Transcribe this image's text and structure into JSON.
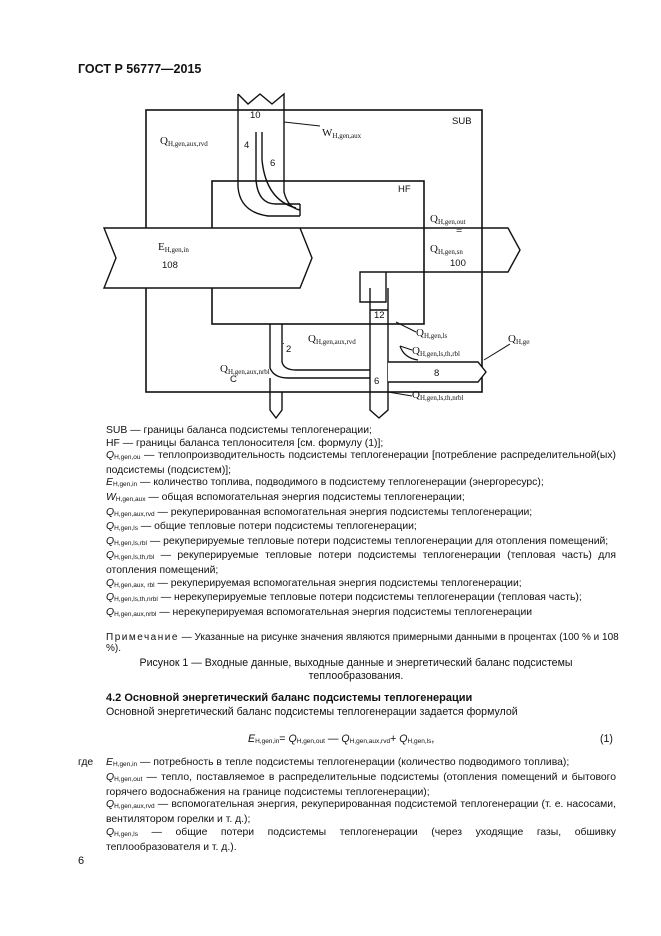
{
  "header": {
    "doc_id": "ГОСТ Р 56777—2015"
  },
  "figure": {
    "box_sub": "SUB",
    "box_hf": "HF",
    "n10": "10",
    "n4": "4",
    "n6a": "6",
    "n12": "12",
    "n2": "2",
    "n8": "8",
    "n6b": "6",
    "n108": "108",
    "n100": "100",
    "c_mark": "C",
    "dot": ".",
    "eq_sign": "=",
    "w_aux": {
      "main": "W",
      "sub": "H,gen,aux"
    },
    "q_aux_rvd_top": {
      "main": "Q",
      "sub": "H,gen,aux,rvd"
    },
    "e_in": {
      "main": "E",
      "sub": "H,gen,in"
    },
    "q_out": {
      "main": "Q",
      "sub": "H,gen,out"
    },
    "q_sn": {
      "main": "Q",
      "sub": "H,gen,sn"
    },
    "q_aux_rvd_mid": {
      "main": "Q",
      "sub": "H,gen,aux,rvd"
    },
    "q_ls": {
      "main": "Q",
      "sub": "H,gen,ls"
    },
    "q_ls_rbl": {
      "main": "Q",
      "sub": "H,gen,ls,rbl"
    },
    "q_ls_th_rbl": {
      "main": "Q",
      "sub": "H,gen,ls,th,rbl"
    },
    "q_aux_nrbl": {
      "main": "Q",
      "sub": "H,gen,aux,nrbl"
    },
    "q_ls_th_nrbl": {
      "main": "Q",
      "sub": "H,gen,ls,th,nrbl"
    }
  },
  "legend": [
    {
      "sym": "",
      "sub": "",
      "text": "SUB — границы баланса подсистемы теплогенерации;"
    },
    {
      "sym": "",
      "sub": "",
      "text": "HF — границы баланса теплоносителя [см. формулу (1)];"
    },
    {
      "sym": "Q",
      "sub": "H,gen,ou",
      "text": " — теплопроизводительность подсистемы теплогенерации [потребление распределительной(ых) подсистемы (подсистем)];"
    },
    {
      "sym": "E",
      "sub": "H,gen,in",
      "text": " — количество топлива, подводимого в подсистему теплогенерации (энергоресурс);"
    },
    {
      "sym": "W",
      "sub": "H,gen,aux",
      "text": " — общая вспомогательная энергия подсистемы теплогенерации;"
    },
    {
      "sym": "Q",
      "sub": "H,gen,aux,rvd",
      "text": " — рекуперированная вспомогательная энергия подсистемы теплогенерации;"
    },
    {
      "sym": "Q",
      "sub": "H,gen,ls",
      "text": " — общие тепловые потери подсистемы теплогенерации;"
    },
    {
      "sym": "Q",
      "sub": "H,gen,ls,rbl",
      "text": " — рекуперируемые тепловые потери подсистемы теплогенерации для отопления помещений;"
    },
    {
      "sym": "Q",
      "sub": "H,gen,ls,th,rbl",
      "text": " — рекуперируемые тепловые потери подсистемы теплогенерации (тепловая часть) для отопления помещений;"
    },
    {
      "sym": "Q",
      "sub": "H,gen,aux, rbl",
      "text": " — рекуперируемая вспомогательная энергия подсистемы теплогенерации;"
    },
    {
      "sym": "Q",
      "sub": "H,gen,ls,th,nrbl",
      "text": " — нерекуперируемые тепловые потери подсистемы теплогенерации (тепловая часть);"
    },
    {
      "sym": "Q",
      "sub": "H,gen,aux,nrbl",
      "text": " — нерекуперируемая вспомогательная энергия подсистемы теплогенерации"
    }
  ],
  "note": {
    "label": "Примечание",
    "text": " — Указанные на рисунке значения являются примерными данными в процентах (100 % и 108 %)."
  },
  "caption": {
    "line1": "Рисунок 1 — Входные данные, выходные данные и энергетический баланс подсистемы",
    "line2": "теплообразования."
  },
  "section": {
    "title": "4.2 Основной энергетический баланс подсистемы теплогенерации"
  },
  "intro": "Основной энергетический баланс подсистемы теплогенерации задается формулой",
  "equation": {
    "e": "E",
    "e_sub": "H,gen,in",
    "eq": "= ",
    "q1": "Q",
    "q1_sub": "H,gen,out",
    "minus1": " — ",
    "q2": "Q",
    "q2_sub": "H,gen,aux,rvd",
    "plus": "+ ",
    "q3": "Q",
    "q3_sub": "H,gen,ls",
    "tail": ",",
    "number": "(1)"
  },
  "defs": {
    "where": "где",
    "items": [
      {
        "sym": "E",
        "sub": "H,gen,in",
        "text": " — потребность в тепле подсистемы теплогенерации (количество подводимого топлива);"
      },
      {
        "sym": "Q",
        "sub": "H,gen,out",
        "text": " — тепло, поставляемое в распределительные подсистемы (отопления помещений и бытового горячего водоснабжения на границе подсистемы теплогенерации);"
      },
      {
        "sym": "Q",
        "sub": "H,gen,aux,rvd",
        "text": " — вспомогательная энергия, рекуперированная подсистемой теплогенерации (т. е. насосами, вентилятором горелки и т. д.);"
      },
      {
        "sym": "Q",
        "sub": "H,gen,ls",
        "text": " — общие потери подсистемы теплогенерации (через уходящие газы, обшивку теплообразователя и т. д.)."
      }
    ]
  },
  "page_number": "6"
}
